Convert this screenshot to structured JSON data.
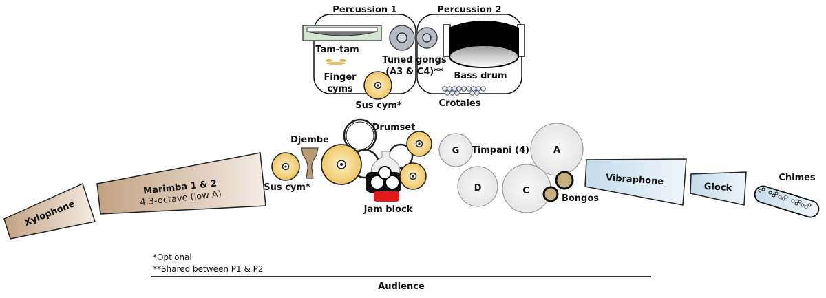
{
  "title": "Percussion setup diagram",
  "colors": {
    "wood": "#c9a98a",
    "metal_blue": "#cfe2ee",
    "cymbal": "#f2cf78",
    "gong": "#b5bcc6",
    "timpani": "#ececec",
    "bongo": "#c7b182",
    "tamtam_frame": "#d6e6d5",
    "jam_block": "#e01a1a"
  },
  "sections": {
    "percussion1": "Percussion 1",
    "percussion2": "Percussion 2"
  },
  "instruments": {
    "tamtam": "Tam-tam",
    "finger_cyms_line1": "Finger",
    "finger_cyms_line2": "cyms",
    "sus_cym_p1": "Sus cym*",
    "tuned_gongs_line1": "Tuned gongs",
    "tuned_gongs_line2": "(A3 & C4)**",
    "bass_drum": "Bass drum",
    "crotales": "Crotales",
    "xylophone": "Xylophone",
    "marimba_line1": "Marimba 1 & 2",
    "marimba_line2": "4.3-octave (low A)",
    "sus_cym": "Sus cym*",
    "djembe": "Djembe",
    "drumset": "Drumset",
    "jam_block": "Jam block",
    "timpani_label": "Timpani (4)",
    "timpani_notes": [
      "G",
      "A",
      "D",
      "C"
    ],
    "bongos": "Bongos",
    "vibraphone": "Vibraphone",
    "glock": "Glock",
    "chimes": "Chimes"
  },
  "notes": {
    "optional": "*Optional",
    "shared": "**Shared between P1 & P2"
  },
  "audience": "Audience"
}
